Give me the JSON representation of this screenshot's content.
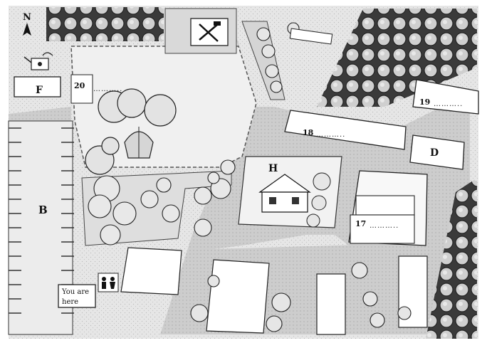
{
  "map": {
    "north_label": "N",
    "you_are_here": {
      "line1": "You are",
      "line2": "here"
    },
    "letters": {
      "B": "B",
      "D": "D",
      "F": "F",
      "H": "H"
    },
    "numbered": {
      "n17": {
        "number": "17",
        "blank": "……….."
      },
      "n18": {
        "number": "18",
        "blank": "……….."
      },
      "n19": {
        "number": "19",
        "blank": "……….."
      },
      "n20": {
        "number": "20",
        "blank": "……….."
      }
    },
    "icons": [
      "north-arrow-icon",
      "watering-can-icon",
      "tools-icon",
      "house-icon",
      "toilets-icon",
      "fountain-icon"
    ],
    "colors": {
      "background": "#ffffff",
      "ground": "#e4e4e4",
      "road": "#cfcfcf",
      "building": "#ffffff",
      "ink": "#222222"
    }
  }
}
